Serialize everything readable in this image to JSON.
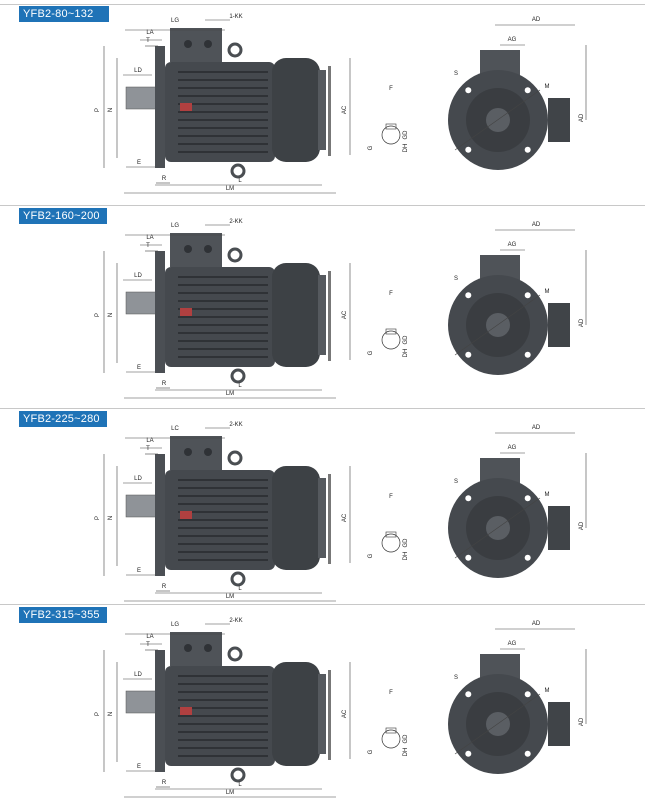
{
  "sections": [
    {
      "title": "YFB2-80~132",
      "labels": {
        "lg": "LG",
        "box": "1-KK",
        "la": "LA",
        "t": "T",
        "ld": "LD",
        "p": "P",
        "n": "N",
        "e": "E",
        "r": "R",
        "l": "L",
        "lm": "LM",
        "ac": "AC",
        "ad": "AD",
        "ag": "AG",
        "s": "S",
        "m": "M",
        "g": "G",
        "gd": "GD",
        "dh": "DH",
        "f": "F"
      }
    },
    {
      "title": "YFB2-160~200",
      "labels": {
        "lg": "LG",
        "box": "2-KK",
        "la": "LA",
        "t": "T",
        "ld": "LD",
        "p": "P",
        "n": "N",
        "e": "E",
        "r": "R",
        "l": "L",
        "lm": "LM",
        "ac": "AC",
        "ad": "AD",
        "ag": "AG",
        "s": "S",
        "m": "M",
        "g": "G",
        "gd": "GD",
        "dh": "DH",
        "f": "F"
      }
    },
    {
      "title": "YFB2-225~280",
      "labels": {
        "lg": "LC",
        "box": "2-KK",
        "la": "LA",
        "t": "T",
        "ld": "LD",
        "p": "P",
        "n": "N",
        "e": "E",
        "r": "R",
        "l": "L",
        "lm": "LM",
        "ac": "AC",
        "ad": "AD",
        "ag": "AG",
        "s": "S",
        "m": "M",
        "g": "G",
        "gd": "GD",
        "dh": "DH",
        "f": "F"
      }
    },
    {
      "title": "YFB2-315~355",
      "labels": {
        "lg": "LG",
        "box": "2-KK",
        "la": "LA",
        "t": "T",
        "ld": "LD",
        "p": "P",
        "n": "N",
        "e": "E",
        "r": "R",
        "l": "L",
        "lm": "LM",
        "ac": "AC",
        "ad": "AD",
        "ag": "AG",
        "s": "S",
        "m": "M",
        "g": "G",
        "gd": "GD",
        "dh": "DH",
        "f": "F"
      }
    }
  ]
}
